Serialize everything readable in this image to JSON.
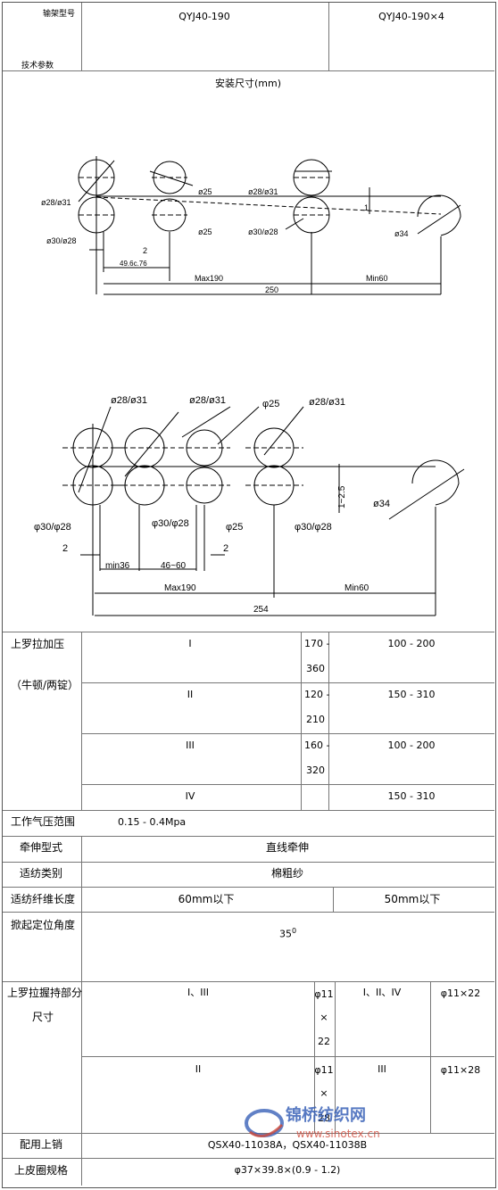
{
  "header": {
    "model_label": "输架型号",
    "param_label": "技术参数",
    "model_a": "QYJ40-190",
    "model_b": "QYJ40-190×4"
  },
  "install": {
    "title": "安装尺寸(mm)"
  },
  "drawing1": {
    "lbl_top_left": "ø28/ø31",
    "lbl_top_mid": "ø25",
    "lbl_top_right": "ø28/ø31",
    "lbl_bot_left": "ø30/ø28",
    "lbl_bot_mid": "ø25",
    "lbl_bot_right": "ø30/ø28",
    "lbl_dia": "ø34",
    "lbl_gap": "2",
    "lbl_min": "49.6c.76",
    "lbl_max": "Max190",
    "lbl_min60": "Min60",
    "lbl_total": "250",
    "lbl_v": "1"
  },
  "drawing2": {
    "lbl_t1": "ø28/ø31",
    "lbl_t2": "ø28/ø31",
    "lbl_t3": "φ25",
    "lbl_t4": "ø28/ø31",
    "lbl_b1": "φ30/φ28",
    "lbl_b2": "φ30/φ28",
    "lbl_b3": "φ25",
    "lbl_b4": "φ30/φ28",
    "lbl_dia": "ø34",
    "lbl_v": "1~2.5",
    "lbl_gap1": "2",
    "lbl_gap2": "2",
    "lbl_min36": "min36",
    "lbl_4660": "46~60",
    "lbl_max": "Max190",
    "lbl_min60": "Min60",
    "lbl_total": "254"
  },
  "pressure": {
    "label1": "上罗拉加压",
    "label2": "（牛顿/两锭）",
    "rows": [
      {
        "pos": "I",
        "a1": "170 -",
        "a2": "360",
        "b": "100 - 200"
      },
      {
        "pos": "II",
        "a1": "120 -",
        "a2": "210",
        "b": "150 - 310"
      },
      {
        "pos": "III",
        "a1": "160 -",
        "a2": "320",
        "b": "100 - 200"
      },
      {
        "pos": "IV",
        "a1": "",
        "a2": "",
        "b": "150 - 310"
      }
    ]
  },
  "air": {
    "label": "工作气压范围",
    "value": "0.15 - 0.4Mpa"
  },
  "draft": {
    "label": "牵伸型式",
    "value": "直线牵伸"
  },
  "spin": {
    "label": "适纺类别",
    "value": "棉粗纱"
  },
  "fiber": {
    "label": "适纺纤维长度",
    "a": "60mm以下",
    "b": "50mm以下"
  },
  "angle": {
    "label": "掀起定位角度",
    "value": "35",
    "sup": "0"
  },
  "grip": {
    "label1": "上罗拉握持部分",
    "label2": "尺寸",
    "r1": {
      "pos_a": "I、III",
      "v1": "φ11",
      "v2": "×",
      "v3": "22",
      "pos_b": "I、II、IV",
      "vb": "φ11×22"
    },
    "r2": {
      "pos_a": "II",
      "v1": "φ11",
      "v2": "×",
      "v3": "28",
      "pos_b": "III",
      "vb": "φ11×28"
    }
  },
  "pin": {
    "label": "配用上销",
    "value": "QSX40-11038A，QSX40-11038B"
  },
  "cot": {
    "label": "上皮圈规格",
    "value": "φ37×39.8×(0.9 - 1.2)"
  },
  "watermark": {
    "text1": "锦桥纺织网",
    "text2": "www.sinotex.cn"
  }
}
